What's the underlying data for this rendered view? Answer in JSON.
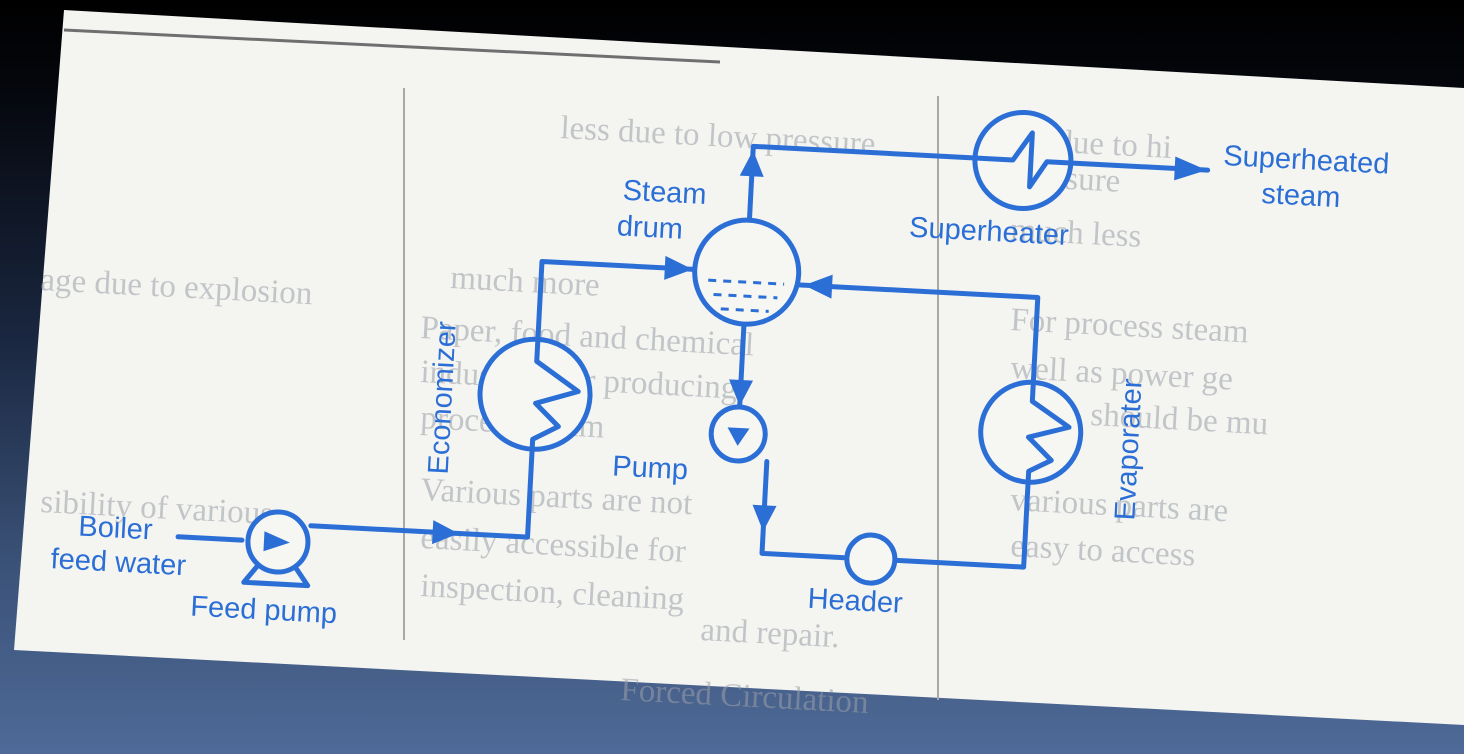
{
  "diagram": {
    "labels": {
      "superheated_steam_1": "Superheated",
      "superheated_steam_2": "steam",
      "steam_drum_1": "Steam",
      "steam_drum_2": "drum",
      "superheater": "Superheater",
      "economizer": "Economizer",
      "evaporater": "Evaporater",
      "pump": "Pump",
      "boiler_feed_water_1": "Boiler",
      "boiler_feed_water_2": "feed water",
      "header": "Header",
      "feed_pump": "Feed pump"
    },
    "background_text": [
      "less due to low pressure",
      "more due to hi",
      "pressure",
      "much less",
      "age due to explosion",
      "much more",
      "Paper, food and chemical",
      "For process steam",
      "industries for producing",
      "well as power ge",
      "process steam",
      "should be mu",
      "Various parts are not",
      "various parts are",
      "sibility of various",
      "easily accessible for",
      "easy to access",
      "inspection, cleaning",
      "and repair.",
      "Forced Circulation"
    ],
    "colors": {
      "ink": "#2b6fd6",
      "paper": "#f6f6f3",
      "ghost_text": "#9aa0a8",
      "slide_background": "#3b5278"
    }
  }
}
